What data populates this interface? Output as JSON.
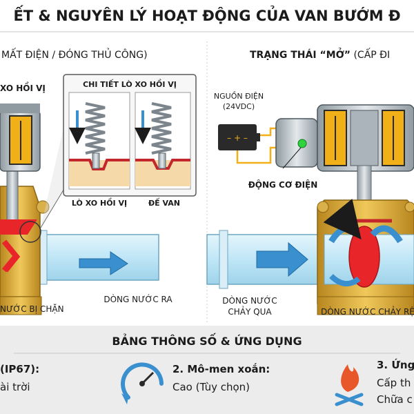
{
  "title": "ẾT & NGUYÊN LÝ HOẠT ĐỘNG CỦA VAN BƯỚM Đ",
  "left_state": {
    "label": "MẤT ĐIỆN / ĐÓNG THỦ CÔNG)"
  },
  "right_state": {
    "label_a": "TRẠNG THÁI ",
    "label_b": "“MỞ”",
    "label_c": " (CẤP ĐI"
  },
  "callouts": {
    "spring_left": "XO HỒI VỊ",
    "power_source": "NGUỒN ĐIỆN",
    "power_voltage": "(24VDC)",
    "motor": "ĐỘNG CƠ ĐIỆN"
  },
  "detail_box": {
    "title": "CHI TIẾT LÒ XO HỒI VỊ",
    "label_spring": "LÒ XO HỒI VỊ",
    "label_seat": "ĐẾ VAN"
  },
  "flow_labels": {
    "blocked": "NƯỚC BỊ CHẶN",
    "out": "DÒNG NƯỚC RA",
    "through_1": "DÒNG NƯỚC",
    "through_2": "CHẢY QUA",
    "smooth": "DÒNG NƯỚC CHẢY RỆN"
  },
  "specs": {
    "title": "BẢNG THÔNG SỐ & ỨNG DỤNG",
    "item1_title": "(IP67):",
    "item1_text": "ài trời",
    "item2_title": "2. Mô-men xoắn:",
    "item2_text": "Cao (Tùy chọn)",
    "item3_title": "3. Ứng",
    "item3_line1": "Cấp th",
    "item3_line2": "Chữa c"
  },
  "colors": {
    "water": "#bfe6f6",
    "water_arrow": "#3a8fce",
    "brass": "#d6a537",
    "steel": "#b9c3c9",
    "coil": "#f2b018",
    "red_disc": "#e8262a",
    "footer_bg": "#ececec",
    "flame": "#e8572a"
  },
  "battery": {
    "symbol": "– + –"
  }
}
